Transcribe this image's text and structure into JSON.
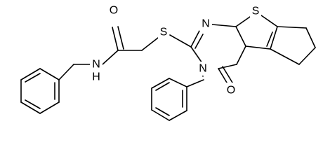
{
  "atoms": {
    "O_amide": "O",
    "N_amide": "N",
    "H_amide": "H",
    "S_thioether": "S",
    "N_pyrimidine": "N",
    "S_thiophene": "S",
    "N_lactam": "N",
    "O_lactam": "O"
  },
  "colors": {
    "bond": "#000000",
    "label": "#000000",
    "background": "#ffffff"
  }
}
